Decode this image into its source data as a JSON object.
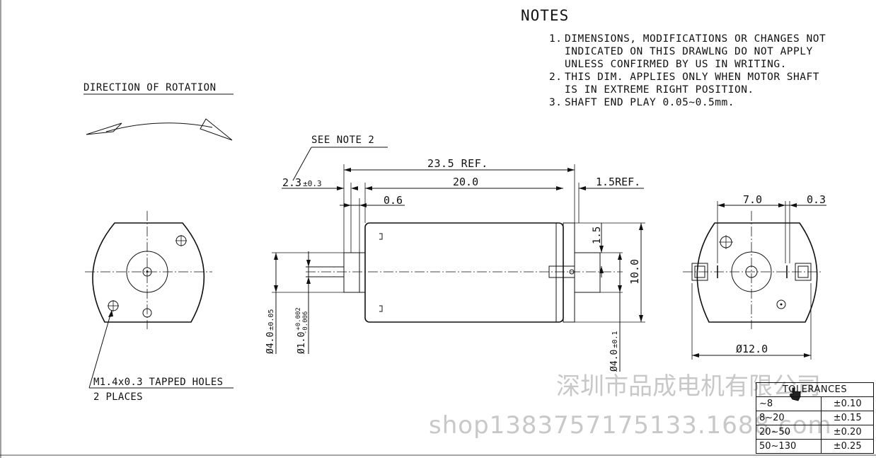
{
  "notes": {
    "heading": "NOTES",
    "items": [
      {
        "num": "1.",
        "text": "DIMENSIONS, MODIFICATIONS OR CHANGES NOT\nINDICATED ON THIS DRAWLNG DO NOT APPLY\nUNLESS CONFIRMED BY US IN WRITING."
      },
      {
        "num": "2.",
        "text": "THIS DIM. APPLIES ONLY WHEN MOTOR SHAFT\nIS IN EXTREME RIGHT POSITION."
      },
      {
        "num": "3.",
        "text": "SHAFT END PLAY 0.05~0.5mm."
      }
    ]
  },
  "rotation_label": "DIRECTION OF ROTATION",
  "left_view": {
    "hole_label_1": "M1.4x0.3 TAPPED HOLES",
    "hole_label_2": "2 PLACES"
  },
  "side_view": {
    "see_note": "SEE NOTE 2",
    "dim_overall": "23.5 REF.",
    "dim_body": "20.0",
    "dim_endcap": "1.5REF.",
    "dim_offset_main": "2.3",
    "dim_offset_tol": "±0.3",
    "dim_step": "0.6",
    "dim_shaft_dia": "Ø4.0",
    "dim_shaft_dia_tol": "±0.05",
    "dim_shaft_core": "Ø1.0",
    "dim_shaft_core_tol_upper": "+0.002",
    "dim_shaft_core_tol_lower": "-0.006",
    "dim_height": "10.0",
    "dim_boss": "1.5",
    "dim_boss_dia": "Ø4.0",
    "dim_boss_dia_tol": "±0.1"
  },
  "right_view": {
    "dim_width_7": "7.0",
    "dim_gap": "0.3",
    "dim_dia": "Ø12.0"
  },
  "tolerances": {
    "heading": "TOLERANCES",
    "rows": [
      {
        "range": "~8",
        "value": "±0.10"
      },
      {
        "range": "8~20",
        "value": "±0.15"
      },
      {
        "range": "20~50",
        "value": "±0.20"
      },
      {
        "range": "50~130",
        "value": "±0.25"
      }
    ]
  },
  "watermark": {
    "company": "深圳市品成电机有限公司",
    "shop": "shop1383757175133.1688.com"
  }
}
